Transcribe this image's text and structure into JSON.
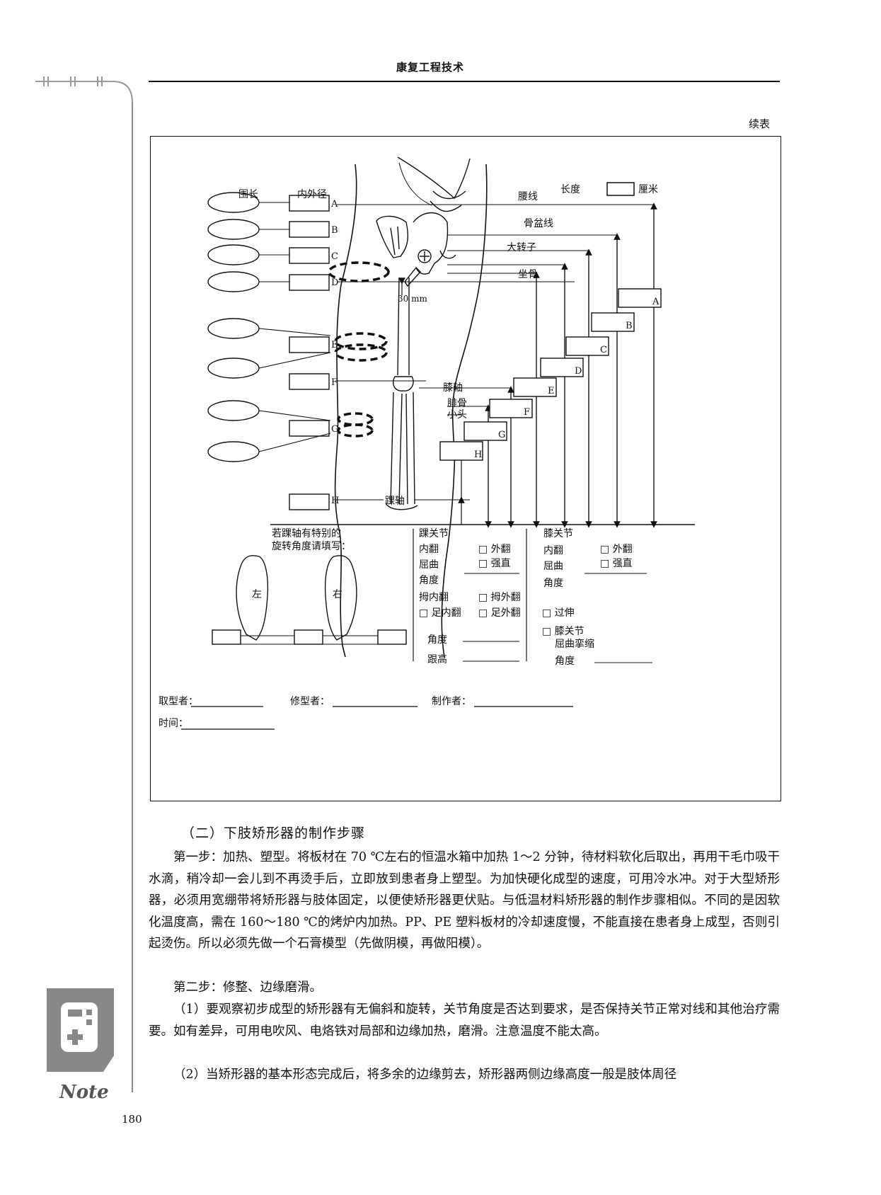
{
  "header": {
    "running_title": "康复工程技术",
    "continued_label": "续表"
  },
  "figure": {
    "col_circumference": "围长",
    "col_diameter": "内外径",
    "length_legend": "长度",
    "unit_cm": "厘米",
    "levels": [
      "A",
      "B",
      "C",
      "D",
      "E",
      "F",
      "G",
      "H"
    ],
    "waist_line": "腰线",
    "pelvis_line": "骨盆线",
    "greater_trochanter": "大转子",
    "ischium": "坐骨",
    "offset_30mm": "30 mm",
    "knee_axis": "膝轴",
    "fibula_head_1": "腓骨",
    "fibula_head_2": "小头",
    "ankle_axis": "踝轴",
    "rotation_note_1": "若踝轴有特别的",
    "rotation_note_2": "旋转角度请填写：",
    "left_foot": "左",
    "right_foot": "右",
    "ankle": {
      "title": "踝关节",
      "inversion": "内翻",
      "eversion": "□ 外翻",
      "flexion": "屈曲",
      "rigid": "□ 强直",
      "angle": "角度",
      "hallux_varus": "拇内翻",
      "hallux_valgus": "□ 拇外翻",
      "foot_varus": "□ 足内翻",
      "foot_valgus": "□ 足外翻",
      "angle2": "角度",
      "heel_height": "跟高"
    },
    "knee": {
      "title": "膝关节",
      "inversion": "内翻",
      "eversion": "□ 外翻",
      "flexion": "屈曲",
      "rigid": "□ 强直",
      "angle": "角度",
      "hyperextension": "□ 过伸",
      "contracture_1": "□ 膝关节",
      "contracture_2": "屈曲挛缩",
      "angle2": "角度"
    },
    "footer": {
      "molder": "取型者：",
      "modifier": "修型者：",
      "maker": "制作者：",
      "time": "时间："
    }
  },
  "section": {
    "heading": "（二）下肢矫形器的制作步骤",
    "paragraphs": [
      "第一步：加热、塑型。将板材在 70 ℃左右的恒温水箱中加热 1～2 分钟，待材料软化后取出，再用干毛巾吸干水滴，稍冷却一会儿到不再烫手后，立即放到患者身上塑型。为加快硬化成型的速度，可用冷水冲。对于大型矫形器，必须用宽绷带将矫形器与肢体固定，以便使矫形器更伏贴。与低温材料矫形器的制作步骤相似。不同的是因软化温度高，需在 160～180 ℃的烤炉内加热。PP、PE 塑料板材的冷却速度慢，不能直接在患者身上成型，否则引起烫伤。所以必须先做一个石膏模型（先做阴模，再做阳模）。",
      "第二步：修整、边缘磨滑。",
      "（1）要观察初步成型的矫形器有无偏斜和旋转，关节角度是否达到要求，是否保持关节正常对线和其他治疗需要。如有差异，可用电吹风、电烙铁对局部和边缘加热，磨滑。注意温度不能太高。",
      "（2）当矫形器的基本形态完成后，将多余的边缘剪去，矫形器两侧边缘高度一般是肢体周径"
    ]
  },
  "margin": {
    "note_label": "Note",
    "page_number": "180"
  }
}
